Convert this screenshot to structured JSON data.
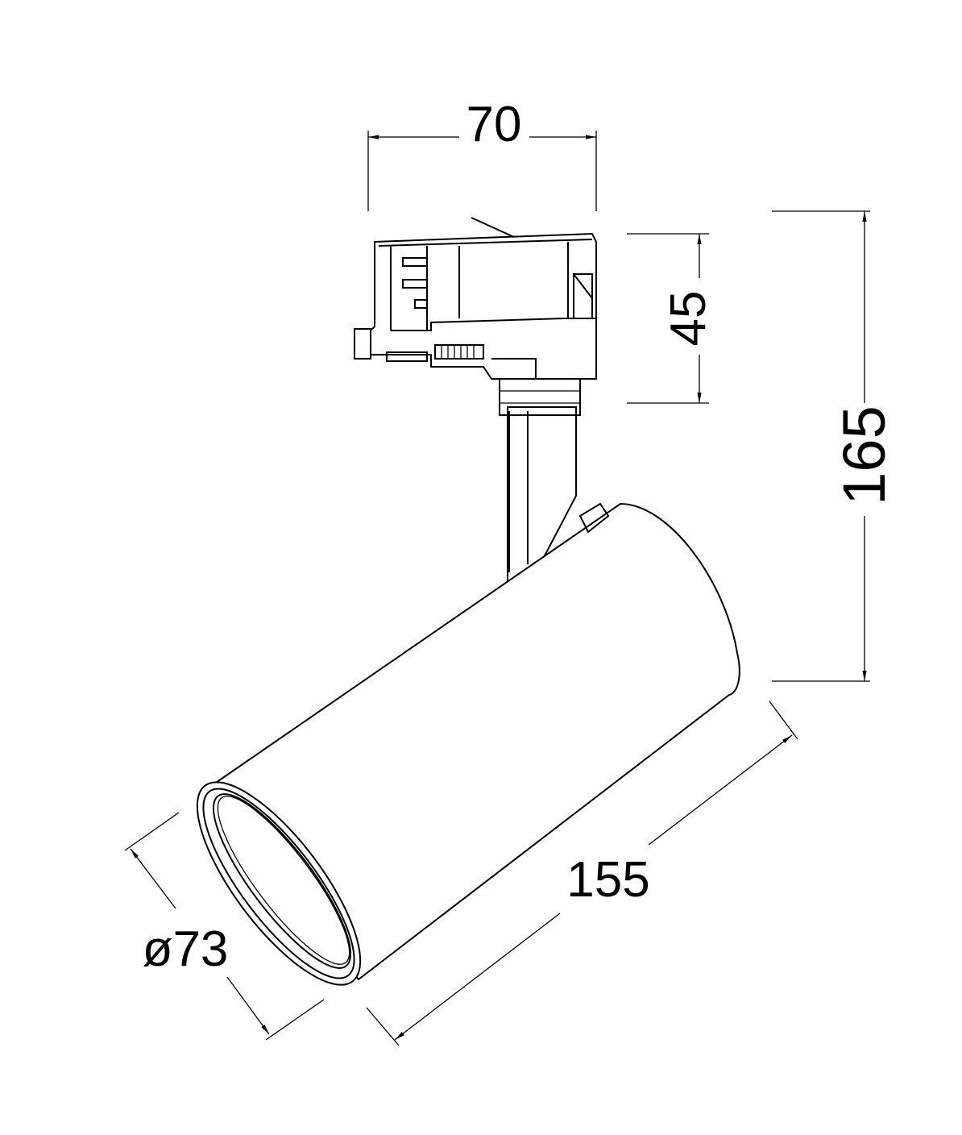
{
  "dimensions": {
    "width": "70",
    "adapter_height": "45",
    "total_height": "165",
    "length": "155",
    "diameter": "ø73"
  },
  "colors": {
    "line": "#000000",
    "background": "#ffffff"
  }
}
